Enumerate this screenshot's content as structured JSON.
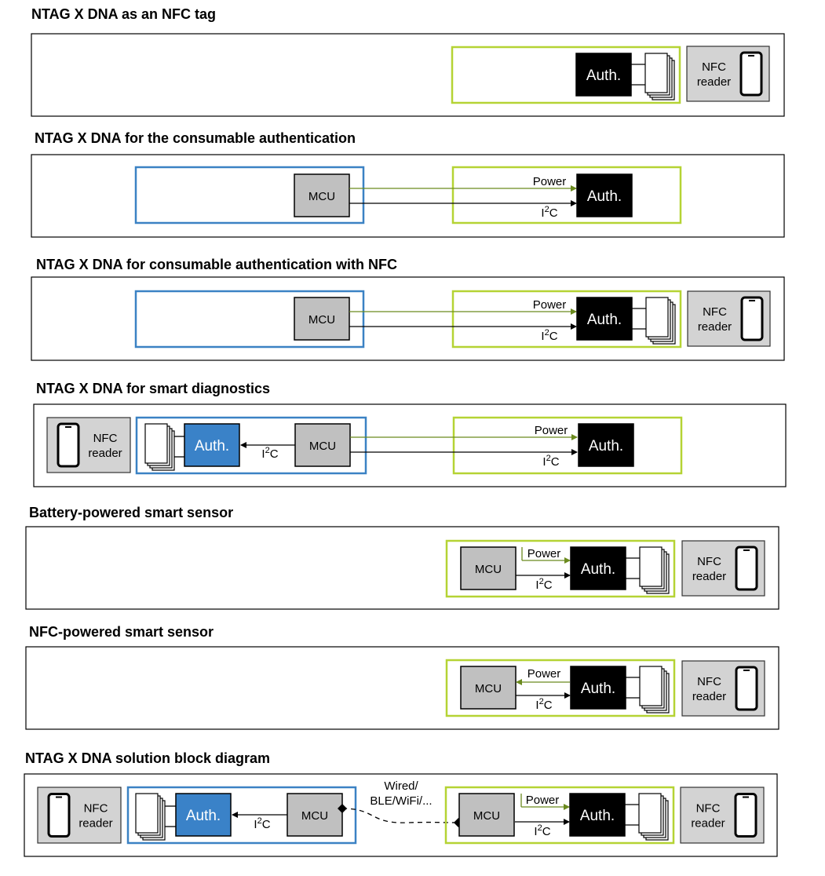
{
  "sections": [
    {
      "title": "NTAG X DNA as an NFC tag"
    },
    {
      "title": "NTAG X DNA for the consumable authentication"
    },
    {
      "title": "NTAG X DNA for consumable authentication with NFC"
    },
    {
      "title": "NTAG X DNA for smart diagnostics"
    },
    {
      "title": "Battery-powered smart sensor"
    },
    {
      "title": "NFC-powered smart sensor"
    },
    {
      "title": "NTAG X DNA solution block diagram"
    }
  ],
  "labels": {
    "auth": "Auth.",
    "mcu": "MCU",
    "power": "Power",
    "i2c_base": "I",
    "i2c_sup": "2",
    "i2c_tail": "C",
    "nfc_line1": "NFC",
    "nfc_line2": "reader",
    "wired_line1": "Wired/",
    "wired_line2": "BLE/WiFi/..."
  },
  "colors": {
    "green": "#b5d334",
    "blue": "#3b82c4",
    "auth_black": "#000000",
    "auth_blue": "#3a82c8",
    "gray_box": "#c0c0c0",
    "nfc_box": "#d3d3d3",
    "power_arrow": "#6b8a1e"
  },
  "icons": [
    "nfc-antenna-icon",
    "phone-icon"
  ]
}
